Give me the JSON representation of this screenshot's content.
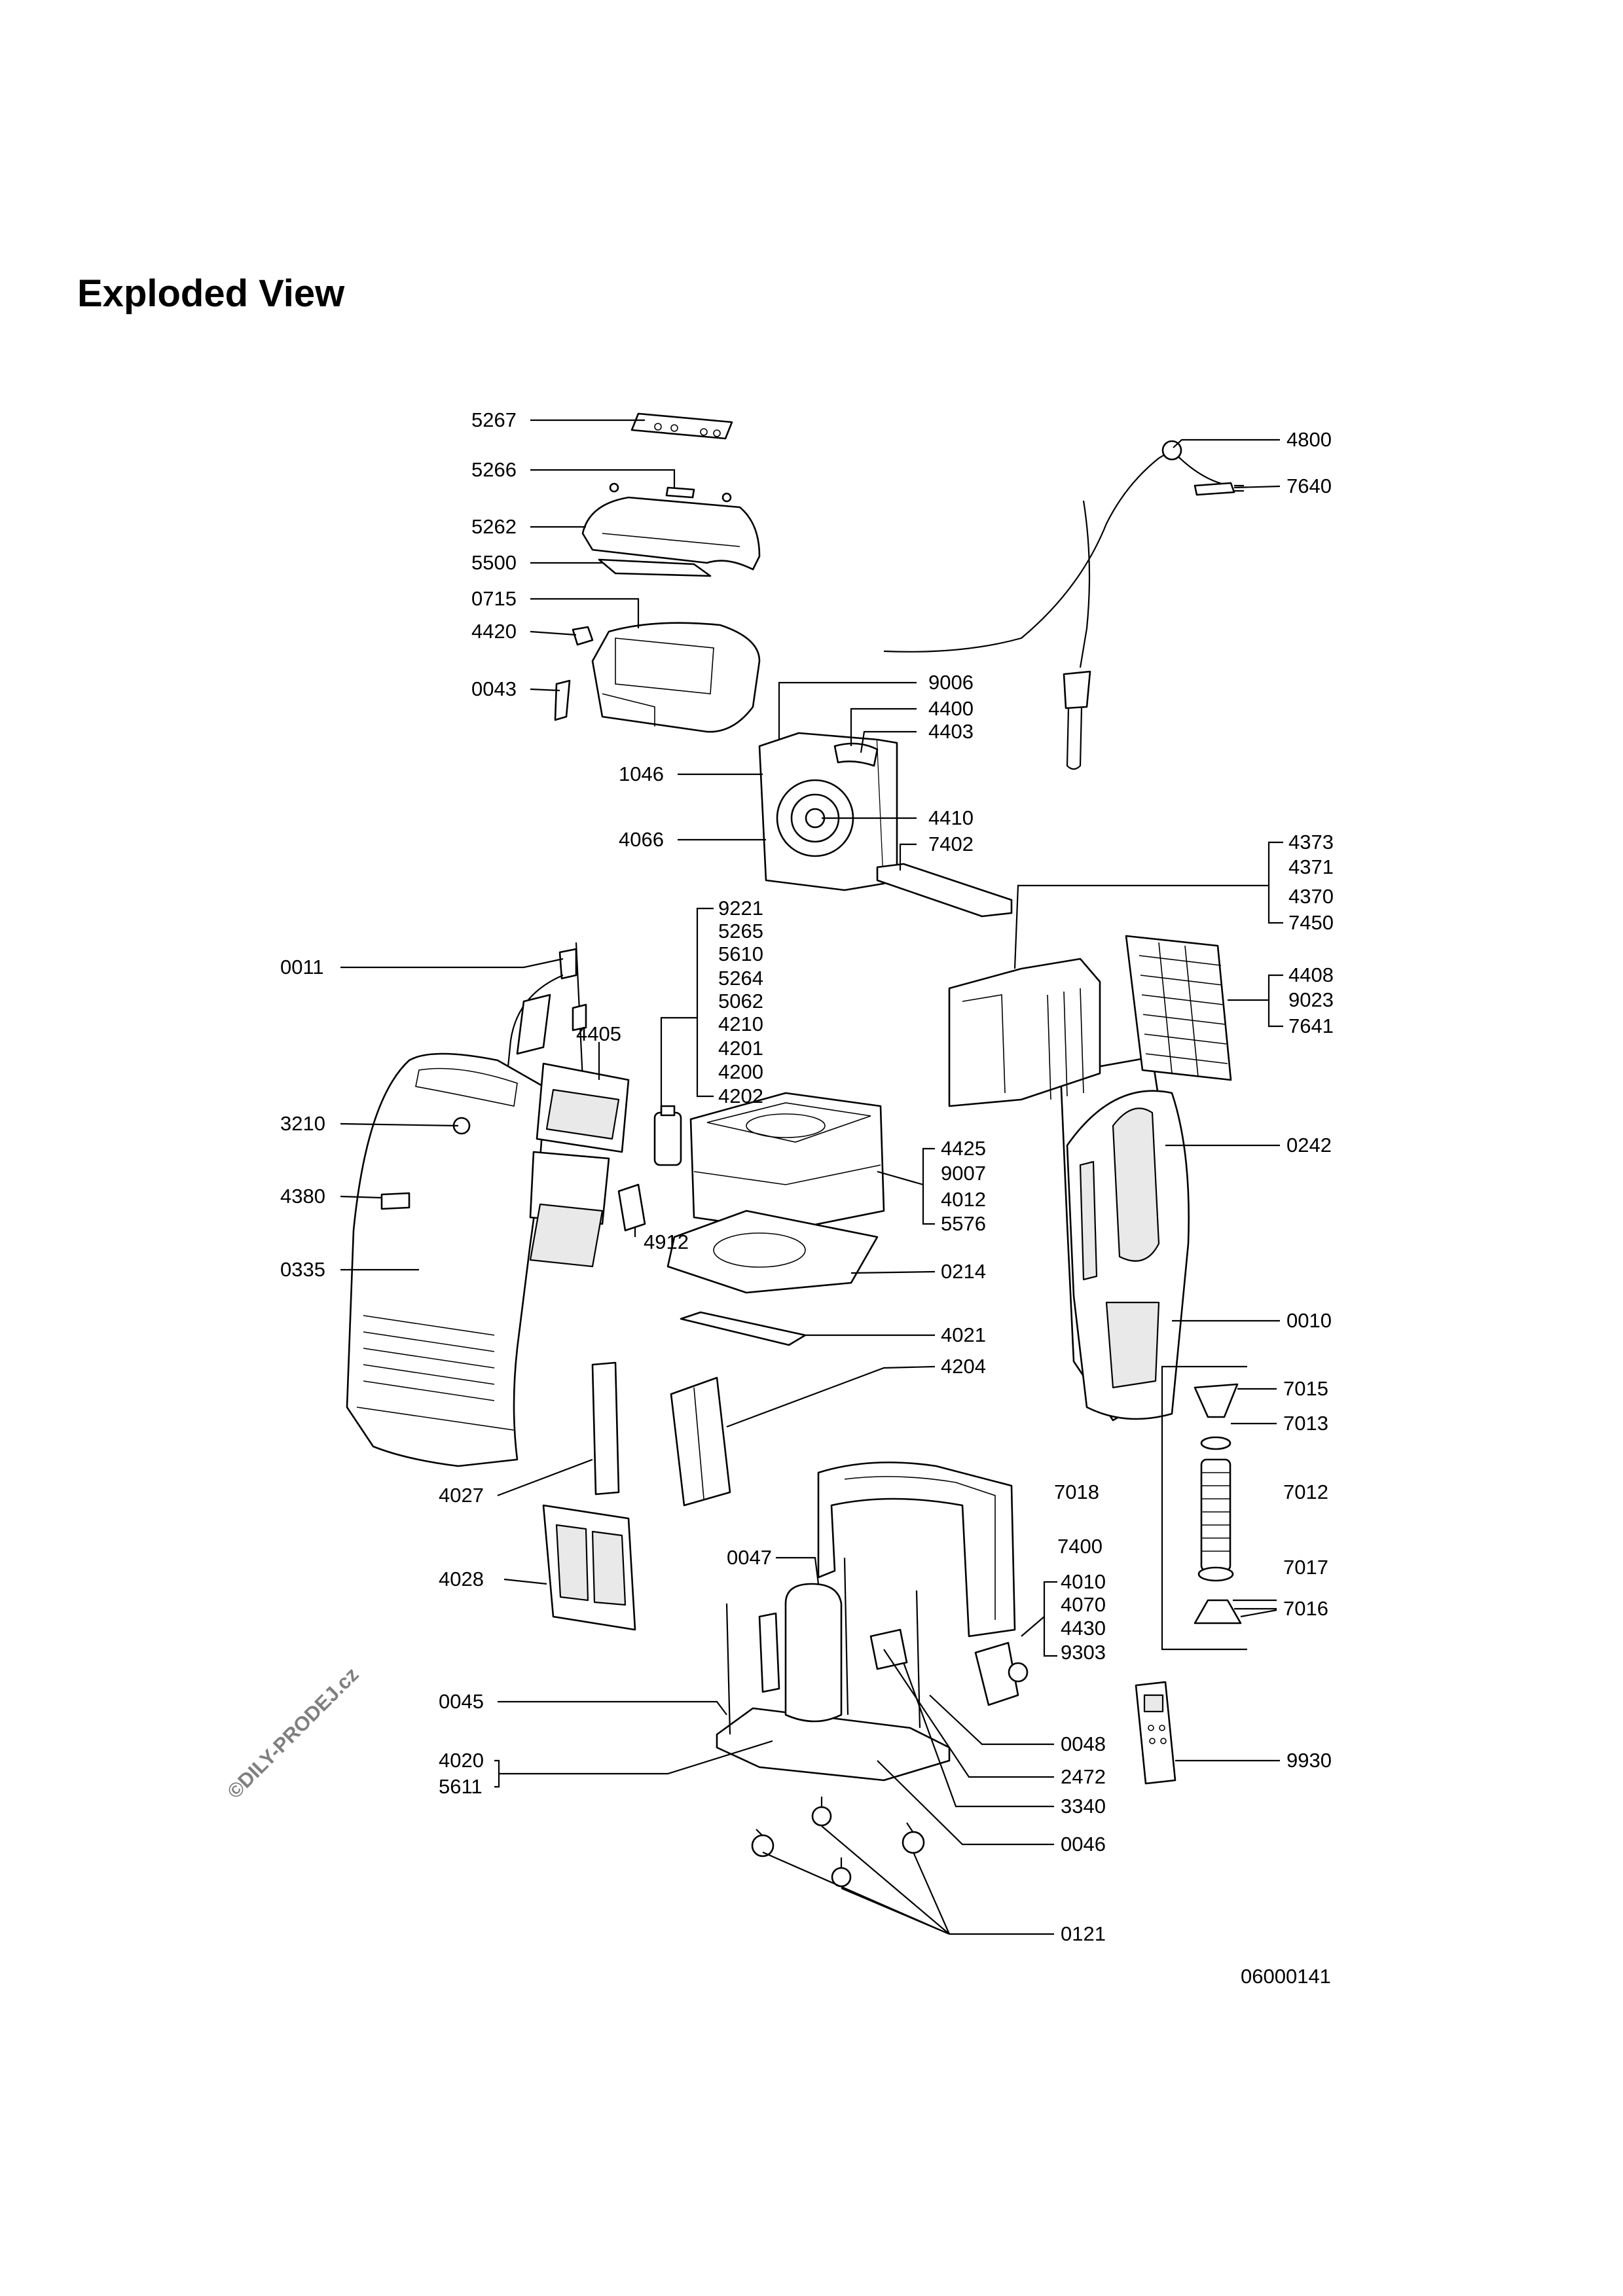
{
  "title": "Exploded View",
  "drawing_number": "06000141",
  "watermark": "©DILY-PRODEJ.cz",
  "labels": {
    "5267": "5267",
    "5266": "5266",
    "5262": "5262",
    "5500": "5500",
    "0715": "0715",
    "4420": "4420",
    "0043": "0043",
    "4800": "4800",
    "7640": "7640",
    "9006": "9006",
    "4400": "4400",
    "4403": "4403",
    "1046": "1046",
    "4410": "4410",
    "4066": "4066",
    "7402": "7402",
    "4373": "4373",
    "4371": "4371",
    "4370": "4370",
    "7450": "7450",
    "9221": "9221",
    "5265": "5265",
    "5610": "5610",
    "5264": "5264",
    "5062": "5062",
    "4210": "4210",
    "4201": "4201",
    "4200": "4200",
    "4202": "4202",
    "0011": "0011",
    "4405": "4405",
    "4408": "4408",
    "9023": "9023",
    "7641": "7641",
    "3210": "3210",
    "4425": "4425",
    "9007": "9007",
    "4012": "4012",
    "5576": "5576",
    "0242": "0242",
    "4380": "4380",
    "4912": "4912",
    "0335": "0335",
    "0214": "0214",
    "0010": "0010",
    "4021": "4021",
    "4204": "4204",
    "7015": "7015",
    "7013": "7013",
    "4027": "4027",
    "7018": "7018",
    "7012": "7012",
    "4028": "4028",
    "0047": "0047",
    "7400": "7400",
    "7017": "7017",
    "4010": "4010",
    "4070": "4070",
    "4430": "4430",
    "9303": "9303",
    "7016": "7016",
    "0045": "0045",
    "0048": "0048",
    "9930": "9930",
    "4020": "4020",
    "5611": "5611",
    "2472": "2472",
    "3340": "3340",
    "0046": "0046",
    "0121": "0121"
  }
}
